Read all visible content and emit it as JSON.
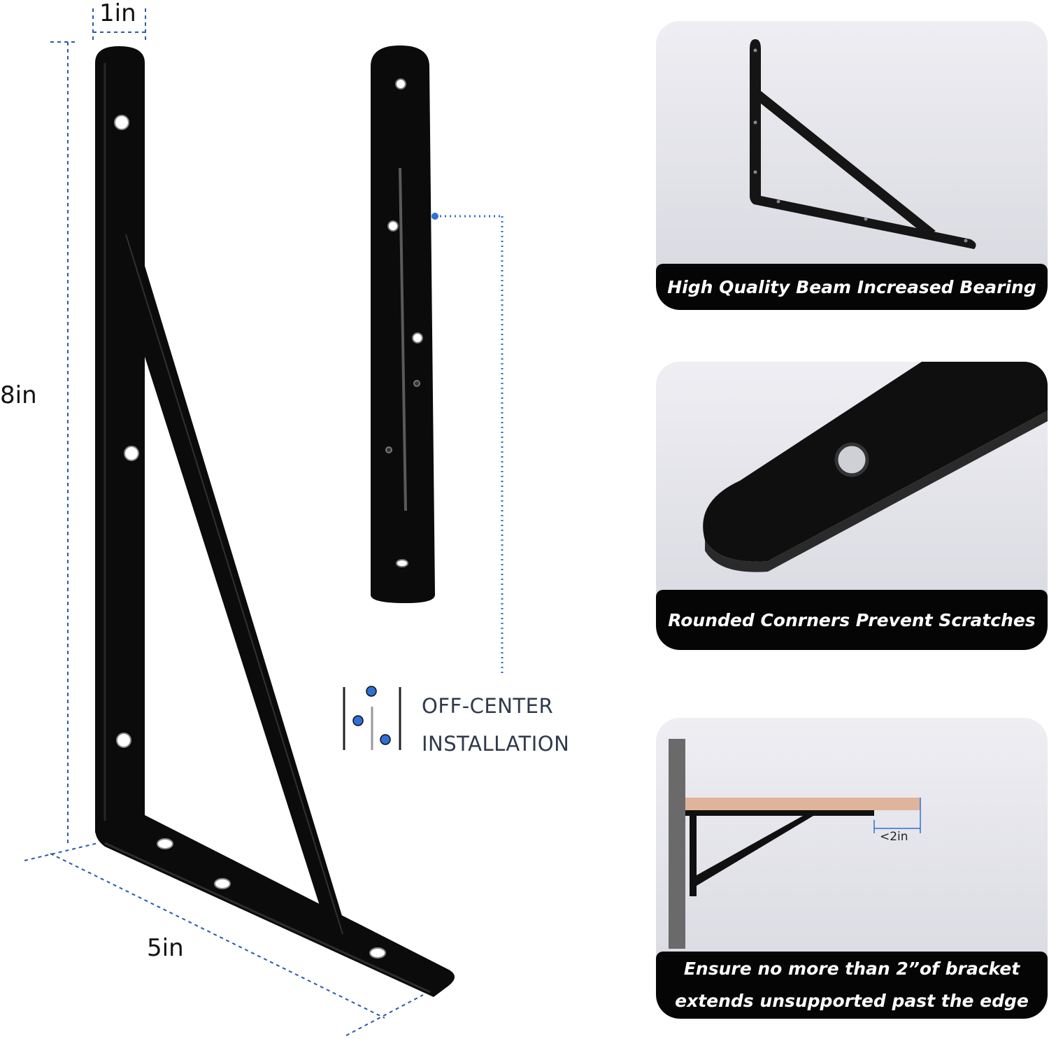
{
  "dimensions": {
    "width_label": "1in",
    "height_label": "8in",
    "depth_label": "5in"
  },
  "side_view": {
    "feature_line1": "OFF-CENTER",
    "feature_line2": "INSTALLATION"
  },
  "panels": [
    {
      "caption": "High Quality Beam Increased Bearing"
    },
    {
      "caption": "Rounded Conrners Prevent Scratches"
    },
    {
      "caption_line1": "Ensure no more than 2”of bracket",
      "caption_line2": "extends unsupported past the edge",
      "overhang_label": "<2in"
    }
  ],
  "colors": {
    "bracket": "#0b0b0b",
    "dimension_line": "#2a5aa8",
    "accent_dot": "#2f6fd6",
    "wood": "#d9a88a"
  }
}
